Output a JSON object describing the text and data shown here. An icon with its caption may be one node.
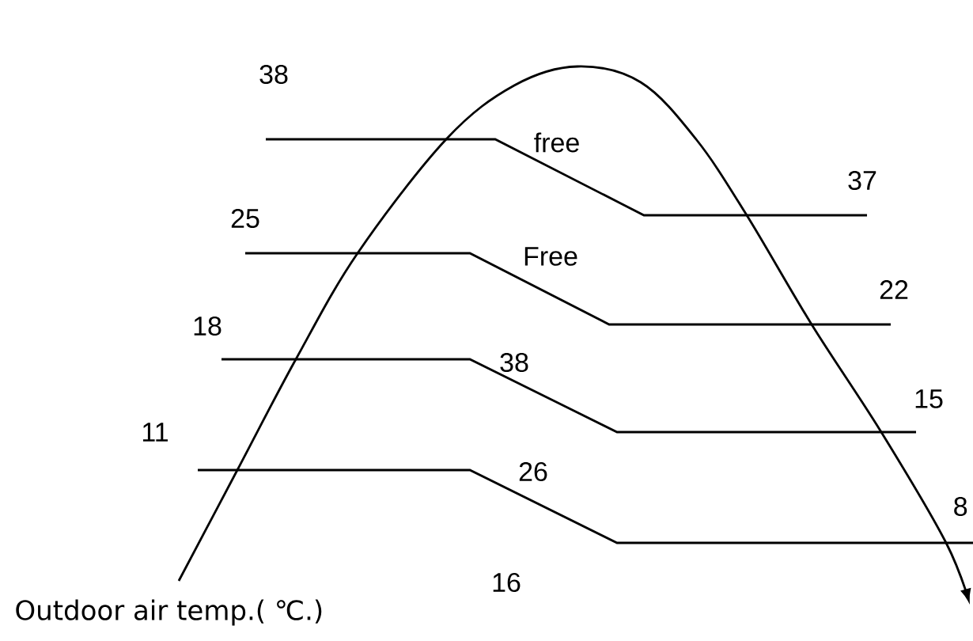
{
  "diagram": {
    "labels": [
      "38",
      "free",
      "37",
      "25",
      "Free",
      "22",
      "18",
      "38",
      "15",
      "11",
      "26",
      "8",
      "16",
      "Outdoor air temp.( ℃.)"
    ]
  }
}
